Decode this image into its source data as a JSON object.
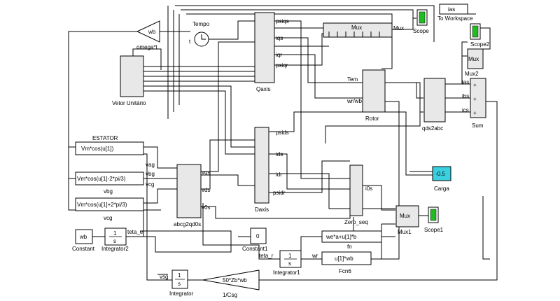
{
  "blocks": {
    "omega_gain": {
      "label": "wb",
      "caption": "omega*t"
    },
    "clock": {
      "caption": "Tempo",
      "port": "t"
    },
    "vetor": {
      "caption": "Vetor Unitário"
    },
    "qaxis": {
      "caption": "Qaxis",
      "ports": [
        "psiqs",
        "iqs",
        "iqr",
        "psiqr"
      ]
    },
    "daxis": {
      "caption": "Daxis",
      "ports": [
        "psids",
        "ids",
        "idr",
        "psidr"
      ]
    },
    "rotor": {
      "caption": "Rotor",
      "ports": [
        "Tem",
        "wr/wb"
      ]
    },
    "zero_seq": {
      "caption": "Zero_seq",
      "port": "i0s"
    },
    "abcg": {
      "caption": "abcg2qd0s",
      "ports": [
        "vqs",
        "vds",
        "v0s"
      ]
    },
    "qds2abc": {
      "caption": "qds2abc"
    },
    "sum": {
      "caption": "Sum",
      "signs": [
        "+",
        "+",
        "+"
      ],
      "ports": [
        "ias",
        "ibs",
        "ics"
      ]
    },
    "mux_top": {
      "label": "Mux",
      "port": "Mux"
    },
    "mux1": {
      "label": "Mux",
      "caption": "Mux1"
    },
    "mux2": {
      "label": "Mux",
      "caption": "Mux2"
    },
    "scope": {
      "caption": "Scope"
    },
    "scope1": {
      "caption": "Scope1"
    },
    "scope2": {
      "caption": "Scope2"
    },
    "ias_ws": {
      "label": "ias",
      "caption": "To Workspace"
    },
    "carga": {
      "value": "-0.5",
      "caption": "Carga",
      "color": "#3ad0e0"
    },
    "estator": {
      "title": "ESTATOR"
    },
    "fcn_a": {
      "expr": "Vm*cos(u[1])",
      "in": "vag",
      "out": "vag"
    },
    "fcn_b": {
      "expr": "Vm*cos(u[1]-2*pi/3)",
      "in": "vbg",
      "out": "vbg"
    },
    "fcn_c": {
      "expr": "Vm*cos(u[1]+2*pi/3)",
      "in": "vcg",
      "out": "vcg"
    },
    "constant": {
      "value": "wb",
      "caption": "Constant"
    },
    "integrator2": {
      "num": "1",
      "den": "s",
      "caption": "Integrator2",
      "out": "teta_e"
    },
    "constant1": {
      "value": "0",
      "caption": "Constant1"
    },
    "fcn": {
      "expr": "we*a+u[1]*b",
      "caption": "fn"
    },
    "fcn6": {
      "expr": "u[1]*wb",
      "caption": "Fcn6",
      "in": "wr"
    },
    "integrator1": {
      "num": "1",
      "den": "s",
      "caption": "Integrator1",
      "in": "teta_r"
    },
    "integrator": {
      "num": "1",
      "den": "s",
      "caption": "Integrator",
      "in": "vsg"
    },
    "csg_gain": {
      "label": "50*Zb*wb",
      "caption": "1/Csg"
    }
  },
  "colors": {
    "scope": "#22bb22",
    "carga": "#3ad0e0"
  }
}
